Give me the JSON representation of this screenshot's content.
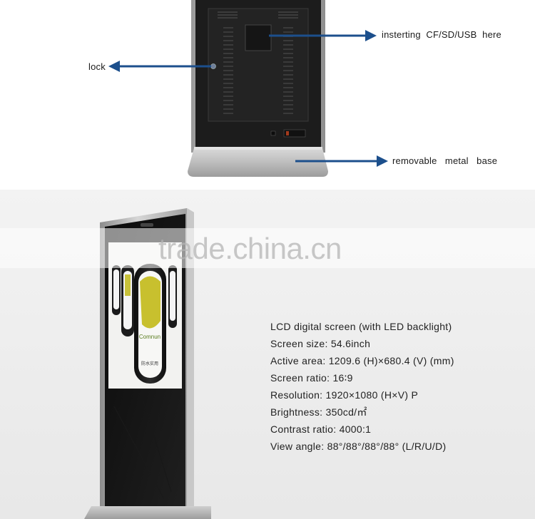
{
  "callouts": {
    "storage": "insterting  CF/SD/USB  here",
    "lock": "lock",
    "base": "removable   metal   base"
  },
  "watermark": "trade.china.cn",
  "product_screen": {
    "brand": "Comnun",
    "product_text": "防水实用"
  },
  "specs": [
    "LCD digital screen (with LED backlight)",
    "Screen size: 54.6inch",
    "Active area: 1209.6 (H)×680.4 (V) (mm)",
    "Screen ratio: 16∶9",
    "Resolution: 1920×1080 (H×V) P",
    "Brightness: 350cd/㎡",
    "Contrast ratio: 4000:1",
    "View angle: 88°/88°/88°/88° (L/R/U/D)"
  ],
  "colors": {
    "arrow": "#1c4f8c",
    "panel_back": "#1a1a1a",
    "frame_silver": "#b8b8b8"
  }
}
